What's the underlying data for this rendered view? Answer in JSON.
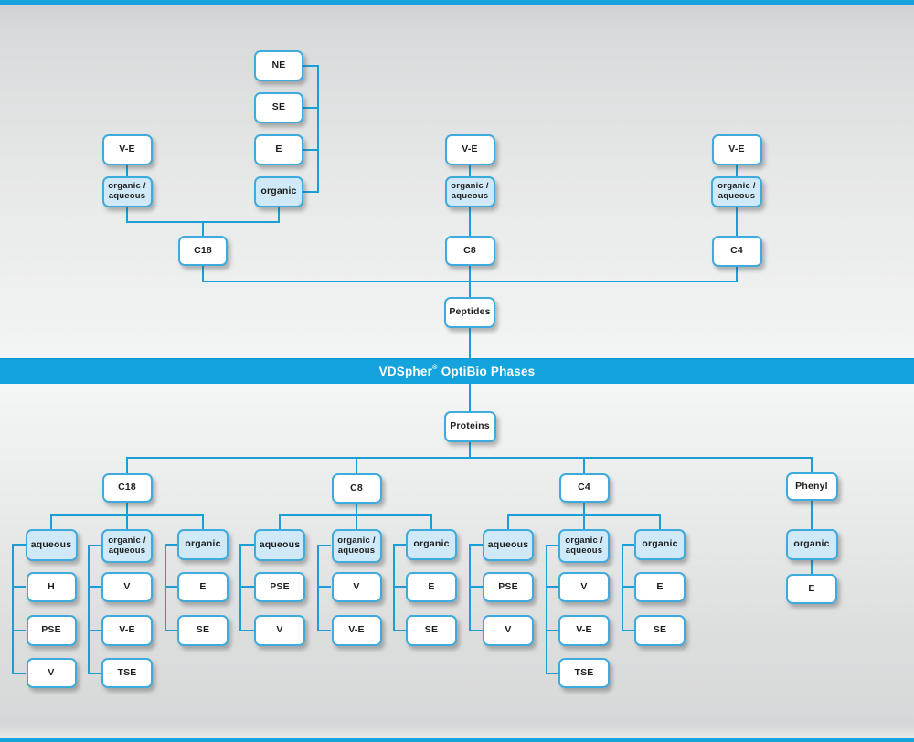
{
  "colors": {
    "accent_blue": "#14a3dc",
    "line_blue": "#1b9dd6",
    "box_border_blue": "#3fabdd",
    "box_highlight_fill": "#cfe9f8",
    "box_white_fill": "#ffffff",
    "text_dark": "#1d1d1b",
    "banner_text": "#ffffff"
  },
  "banner": {
    "brand": "VDSpher",
    "registered_mark": "®",
    "rest": "OptiBio Phases"
  },
  "sections": {
    "peptides_root": "Peptides",
    "proteins_root": "Proteins"
  },
  "nodes": [
    {
      "id": "pep-ne",
      "label": "NE",
      "highlighted": false
    },
    {
      "id": "pep-se",
      "label": "SE",
      "highlighted": false
    },
    {
      "id": "pep-e",
      "label": "E",
      "highlighted": false
    },
    {
      "id": "pep-organic",
      "label": "organic",
      "highlighted": true
    },
    {
      "id": "pep-c18-ve",
      "label": "V-E",
      "highlighted": false
    },
    {
      "id": "pep-c18-oa",
      "label": "organic /\naqueous",
      "highlighted": true
    },
    {
      "id": "pep-c18",
      "label": "C18",
      "highlighted": false
    },
    {
      "id": "pep-c8-ve",
      "label": "V-E",
      "highlighted": false
    },
    {
      "id": "pep-c8-oa",
      "label": "organic /\naqueous",
      "highlighted": true
    },
    {
      "id": "pep-c8",
      "label": "C8",
      "highlighted": false
    },
    {
      "id": "pep-c4-ve",
      "label": "V-E",
      "highlighted": false
    },
    {
      "id": "pep-c4-oa",
      "label": "organic /\naqueous",
      "highlighted": true
    },
    {
      "id": "pep-c4",
      "label": "C4",
      "highlighted": false
    },
    {
      "id": "peptides",
      "label": "Peptides",
      "highlighted": false
    },
    {
      "id": "proteins",
      "label": "Proteins",
      "highlighted": false
    },
    {
      "id": "pro-c18",
      "label": "C18",
      "highlighted": false
    },
    {
      "id": "pro-c8",
      "label": "C8",
      "highlighted": false
    },
    {
      "id": "pro-c4",
      "label": "C4",
      "highlighted": false
    },
    {
      "id": "pro-phenyl",
      "label": "Phenyl",
      "highlighted": false
    },
    {
      "id": "pro-c18-aqueous",
      "label": "aqueous",
      "highlighted": true
    },
    {
      "id": "pro-c18-oa",
      "label": "organic /\naqueous",
      "highlighted": true
    },
    {
      "id": "pro-c18-organic",
      "label": "organic",
      "highlighted": true
    },
    {
      "id": "pro-c18-aqueous-h",
      "label": "H",
      "highlighted": false
    },
    {
      "id": "pro-c18-aqueous-pse",
      "label": "PSE",
      "highlighted": false
    },
    {
      "id": "pro-c18-aqueous-v",
      "label": "V",
      "highlighted": false
    },
    {
      "id": "pro-c18-oa-v",
      "label": "V",
      "highlighted": false
    },
    {
      "id": "pro-c18-oa-ve",
      "label": "V-E",
      "highlighted": false
    },
    {
      "id": "pro-c18-oa-tse",
      "label": "TSE",
      "highlighted": false
    },
    {
      "id": "pro-c18-organic-e",
      "label": "E",
      "highlighted": false
    },
    {
      "id": "pro-c18-organic-se",
      "label": "SE",
      "highlighted": false
    },
    {
      "id": "pro-c8-aqueous",
      "label": "aqueous",
      "highlighted": true
    },
    {
      "id": "pro-c8-oa",
      "label": "organic /\naqueous",
      "highlighted": true
    },
    {
      "id": "pro-c8-organic",
      "label": "organic",
      "highlighted": true
    },
    {
      "id": "pro-c8-aqueous-pse",
      "label": "PSE",
      "highlighted": false
    },
    {
      "id": "pro-c8-aqueous-v",
      "label": "V",
      "highlighted": false
    },
    {
      "id": "pro-c8-oa-v",
      "label": "V",
      "highlighted": false
    },
    {
      "id": "pro-c8-oa-ve",
      "label": "V-E",
      "highlighted": false
    },
    {
      "id": "pro-c8-organic-e",
      "label": "E",
      "highlighted": false
    },
    {
      "id": "pro-c8-organic-se",
      "label": "SE",
      "highlighted": false
    },
    {
      "id": "pro-c4-aqueous",
      "label": "aqueous",
      "highlighted": true
    },
    {
      "id": "pro-c4-oa",
      "label": "organic /\naqueous",
      "highlighted": true
    },
    {
      "id": "pro-c4-organic",
      "label": "organic",
      "highlighted": true
    },
    {
      "id": "pro-c4-aqueous-pse",
      "label": "PSE",
      "highlighted": false
    },
    {
      "id": "pro-c4-aqueous-v",
      "label": "V",
      "highlighted": false
    },
    {
      "id": "pro-c4-oa-v",
      "label": "V",
      "highlighted": false
    },
    {
      "id": "pro-c4-oa-ve",
      "label": "V-E",
      "highlighted": false
    },
    {
      "id": "pro-c4-oa-tse",
      "label": "TSE",
      "highlighted": false
    },
    {
      "id": "pro-c4-organic-e",
      "label": "E",
      "highlighted": false
    },
    {
      "id": "pro-c4-organic-se",
      "label": "SE",
      "highlighted": false
    },
    {
      "id": "pro-phenyl-organic",
      "label": "organic",
      "highlighted": true
    },
    {
      "id": "pro-phenyl-e",
      "label": "E",
      "highlighted": false
    }
  ]
}
